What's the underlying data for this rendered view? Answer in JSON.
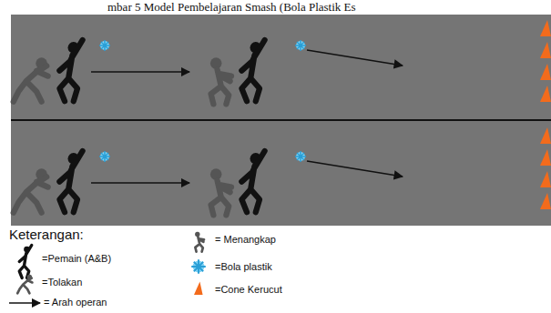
{
  "diagram": {
    "title": "mbar 5 Model Pembelajaran Smash (Bola Plastik Es",
    "labels": [
      "Keterangan:"
    ],
    "legend": [
      {
        "text": "=Pemain (A&B)"
      },
      {
        "text": "=Tolakan"
      },
      {
        "text": "= Arah operan"
      },
      {
        "text": "= Menangkap"
      },
      {
        "text": "=Bola plastik"
      },
      {
        "text": "=Cone Kerucut"
      }
    ]
  }
}
